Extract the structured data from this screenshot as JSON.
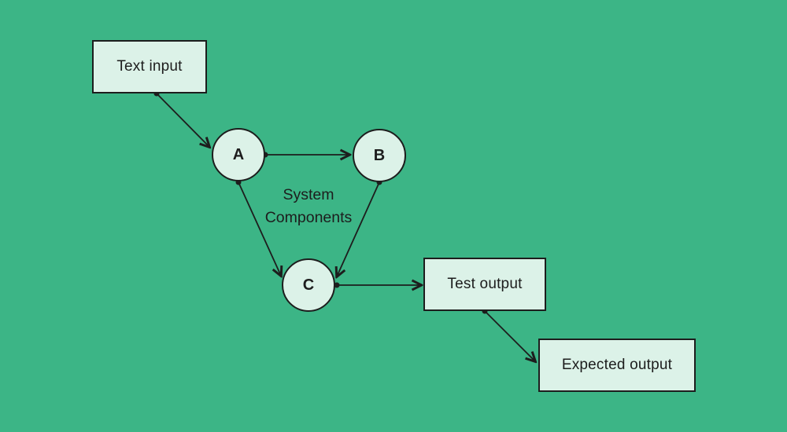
{
  "colors": {
    "canvas-bg": "#3cb586",
    "shape-fill": "#dcf2e8",
    "stroke": "#1d1d1d",
    "text": "#1d1d1d"
  },
  "diagram": {
    "boxes": [
      {
        "id": "text-input",
        "label": "Text input"
      },
      {
        "id": "test-output",
        "label": "Test output"
      },
      {
        "id": "expected-output",
        "label": "Expected output"
      }
    ],
    "nodes": [
      {
        "id": "a",
        "label": "A"
      },
      {
        "id": "b",
        "label": "B"
      },
      {
        "id": "c",
        "label": "C"
      }
    ],
    "annotation": {
      "line1": "System",
      "line2": "Components"
    },
    "edges": [
      {
        "from": "Text input",
        "to": "A"
      },
      {
        "from": "A",
        "to": "B"
      },
      {
        "from": "A",
        "to": "C"
      },
      {
        "from": "B",
        "to": "C"
      },
      {
        "from": "C",
        "to": "Test output"
      },
      {
        "from": "Test output",
        "to": "Expected output"
      }
    ]
  }
}
